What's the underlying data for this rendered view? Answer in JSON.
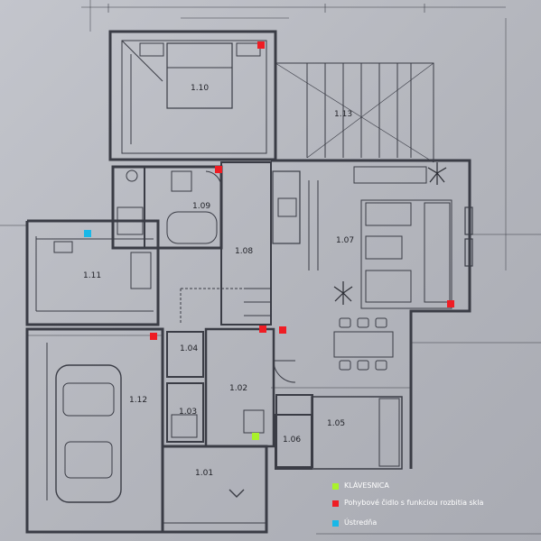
{
  "rooms": {
    "r110": "1.10",
    "r113": "1.13",
    "r109": "1.09",
    "r108": "1.08",
    "r107": "1.07",
    "r111": "1.11",
    "r112": "1.12",
    "r104": "1.04",
    "r102": "1.02",
    "r103": "1.03",
    "r106": "1.06",
    "r105": "1.05",
    "r101": "1.01"
  },
  "legend": {
    "keypad": {
      "label": "KLÁVESNICA",
      "color": "#a9f22b"
    },
    "motion": {
      "label": "Pohybové čidlo s funkciou rozbitia skla",
      "color": "#ef1d24"
    },
    "panel": {
      "label": "Ústredňa",
      "color": "#19b8e8"
    }
  }
}
